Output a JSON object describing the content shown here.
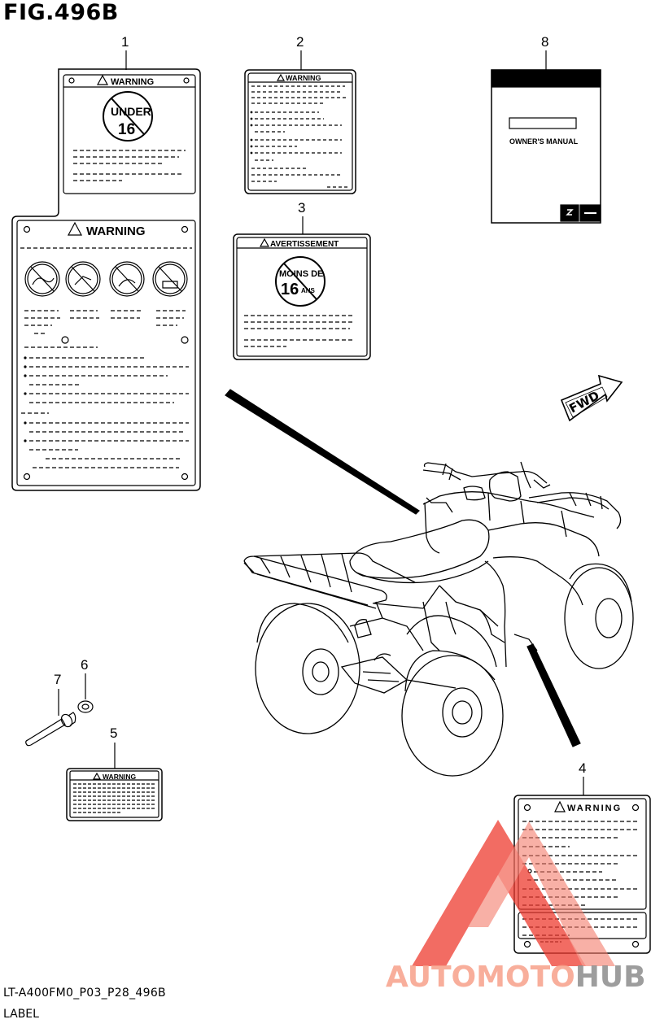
{
  "figure": {
    "title": "FIG.496B",
    "code": "LT-A400FM0_P03_P28_496B",
    "caption": "LABEL"
  },
  "callouts": [
    "1",
    "2",
    "3",
    "4",
    "5",
    "6",
    "7",
    "8"
  ],
  "labels": {
    "warning_text": "WARNING",
    "age_label_top": "UNDER",
    "age_label_num": "16",
    "avertissement": "AVERTISSEMENT",
    "fr_age_top": "MOINS DE",
    "fr_age_num": "16",
    "fr_age_unit": "ANS",
    "owners_manual": "OWNER'S MANUAL",
    "fwd": "FWD"
  },
  "watermark": {
    "part1": "AUTOMOTO",
    "part2": "HUB",
    "color_main": "#f7a08a",
    "color_hub": "#8c8c8c",
    "color_triangle": "#ee3b30"
  }
}
